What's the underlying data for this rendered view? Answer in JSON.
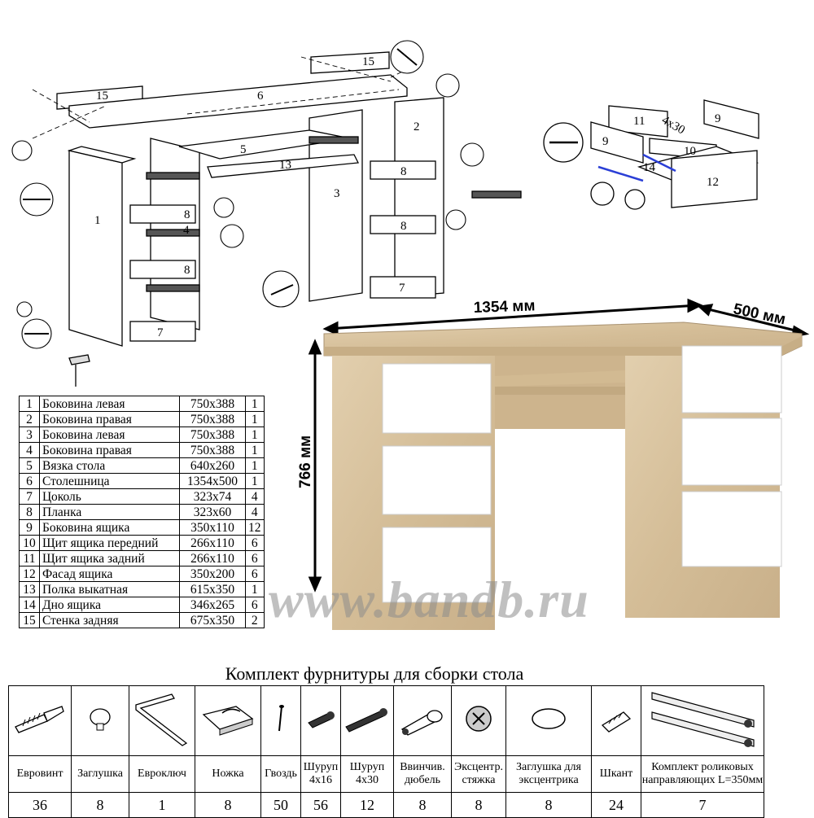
{
  "diagram": {
    "part_numbers": [
      "1",
      "2",
      "3",
      "4",
      "5",
      "6",
      "7",
      "8",
      "9",
      "10",
      "11",
      "12",
      "13",
      "14",
      "15"
    ],
    "screw_label": "4x30",
    "dim_width": "1354 мм",
    "dim_depth": "500 мм",
    "dim_height": "766 мм",
    "watermark": "www.bandb.ru"
  },
  "parts_table": [
    {
      "n": "1",
      "name": "Боковина левая",
      "size": "750x388",
      "qty": "1"
    },
    {
      "n": "2",
      "name": "Боковина правая",
      "size": "750x388",
      "qty": "1"
    },
    {
      "n": "3",
      "name": "Боковина левая",
      "size": "750x388",
      "qty": "1"
    },
    {
      "n": "4",
      "name": "Боковина правая",
      "size": "750x388",
      "qty": "1"
    },
    {
      "n": "5",
      "name": "Вязка стола",
      "size": "640x260",
      "qty": "1"
    },
    {
      "n": "6",
      "name": "Столешница",
      "size": "1354x500",
      "qty": "1"
    },
    {
      "n": "7",
      "name": "Цоколь",
      "size": "323x74",
      "qty": "4"
    },
    {
      "n": "8",
      "name": "Планка",
      "size": "323x60",
      "qty": "4"
    },
    {
      "n": "9",
      "name": "Боковина ящика",
      "size": "350x110",
      "qty": "12"
    },
    {
      "n": "10",
      "name": "Щит ящика передний",
      "size": "266x110",
      "qty": "6"
    },
    {
      "n": "11",
      "name": "Щит ящика задний",
      "size": "266x110",
      "qty": "6"
    },
    {
      "n": "12",
      "name": "Фасад ящика",
      "size": "350x200",
      "qty": "6"
    },
    {
      "n": "13",
      "name": "Полка выкатная",
      "size": "615x350",
      "qty": "1"
    },
    {
      "n": "14",
      "name": "Дно ящика",
      "size": "346x265",
      "qty": "6"
    },
    {
      "n": "15",
      "name": "Стенка задняя",
      "size": "675x350",
      "qty": "2"
    }
  ],
  "hardware": {
    "title": "Комплект фурнитуры для сборки стола",
    "items": [
      {
        "icon": "euroscrew-icon",
        "name": "Евровинт",
        "qty": "36"
      },
      {
        "icon": "cap-icon",
        "name": "Заглушка",
        "qty": "8"
      },
      {
        "icon": "hex-key-icon",
        "name": "Евроключ",
        "qty": "1"
      },
      {
        "icon": "foot-icon",
        "name": "Ножка",
        "qty": "8"
      },
      {
        "icon": "nail-icon",
        "name": "Гвоздь",
        "qty": "50"
      },
      {
        "icon": "screw-4x16-icon",
        "name": "Шуруп 4х16",
        "qty": "56"
      },
      {
        "icon": "screw-4x30-icon",
        "name": "Шуруп 4х30",
        "qty": "12"
      },
      {
        "icon": "dowel-icon",
        "name": "Ввинчив. дюбель",
        "qty": "8"
      },
      {
        "icon": "cam-lock-icon",
        "name": "Эксцентр. стяжка",
        "qty": "8"
      },
      {
        "icon": "cam-cap-icon",
        "name": "Заглушка для эксцентрика",
        "qty": "8"
      },
      {
        "icon": "pin-icon",
        "name": "Шкант",
        "qty": "24"
      },
      {
        "icon": "drawer-slide-icon",
        "name": "Комплект роликовых направляющих L=350мм",
        "qty": "7"
      }
    ]
  },
  "colors": {
    "oak": "#d8c3a0",
    "oak_dark": "#c3aa82",
    "white_front": "#ffffff",
    "slide_blue": "#2b3fd6"
  }
}
